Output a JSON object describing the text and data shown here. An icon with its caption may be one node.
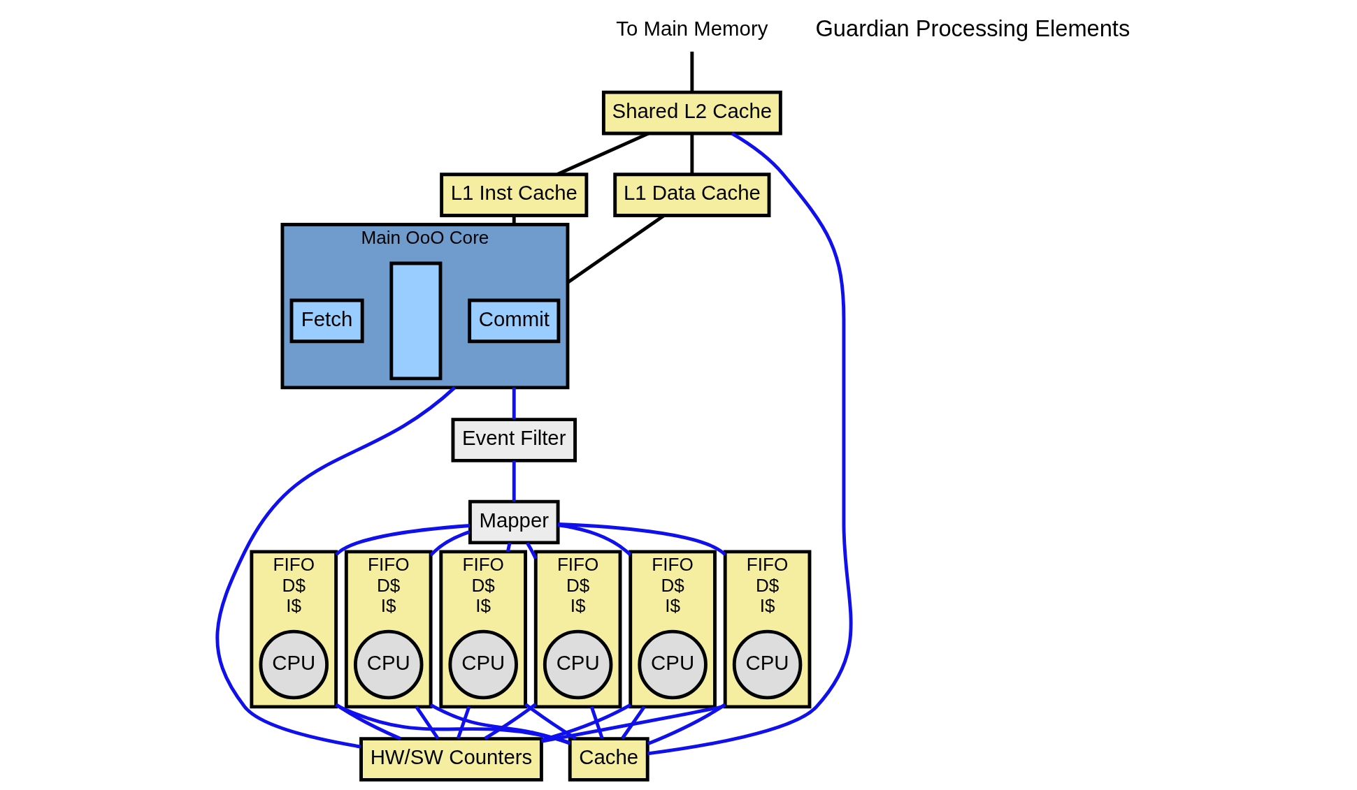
{
  "diagram": {
    "nodes": [
      {
        "text": [
          "To Main Memory"
        ]
      },
      {
        "text": [
          "Shared L2 Cache"
        ]
      },
      {
        "text": [
          "L1 Inst Cache"
        ]
      },
      {
        "text": [
          "L1 Data Cache"
        ]
      },
      {
        "text": [
          "Main OoO Core"
        ]
      },
      {
        "text": [
          "Fetch"
        ],
        "in": 4
      },
      {
        "text": [],
        "shape": "box",
        "in": 4
      },
      {
        "text": [
          "Commit"
        ],
        "in": 4
      },
      {
        "text": [
          "Event Filter"
        ]
      },
      {
        "text": [
          "Mapper"
        ]
      },
      {
        "text": [
          "HW/SW Counters"
        ]
      },
      {
        "text": [
          "Cache"
        ]
      },
      {
        "text": [
          "FIFO",
          "D$",
          "I$"
        ]
      },
      {
        "text": [
          "CPU"
        ],
        "in": 12
      },
      {
        "text": [
          "FIFO",
          "D$",
          "I$"
        ]
      },
      {
        "text": [
          "CPU"
        ],
        "in": 14
      },
      {
        "text": [
          "FIFO",
          "D$",
          "I$"
        ]
      },
      {
        "text": [
          "CPU"
        ],
        "in": 16
      },
      {
        "text": [
          "FIFO",
          "D$",
          "I$"
        ]
      },
      {
        "text": [
          "CPU"
        ],
        "in": 18
      },
      {
        "text": [
          "FIFO",
          "D$",
          "I$"
        ]
      },
      {
        "text": [
          "CPU"
        ],
        "in": 20
      },
      {
        "text": [
          "FIFO",
          "D$",
          "I$"
        ]
      },
      {
        "text": [
          "CPU"
        ],
        "in": 22
      }
    ],
    "edges": [
      {
        "from": 0,
        "to": 1,
        "arrow": "none",
        "color": "#000000"
      },
      {
        "from": 1,
        "to": 2,
        "arrow": "none",
        "color": "#000000"
      },
      {
        "from": 1,
        "to": 3,
        "arrow": "none",
        "color": "#000000"
      },
      {
        "from": 2,
        "to": 4,
        "arrow": "none",
        "color": "#000000"
      },
      {
        "from": 3,
        "to": 4,
        "arrow": "none",
        "color": "#000000"
      },
      {
        "from": 1,
        "to": 11,
        "arrow": "none"
      },
      {
        "from": 4,
        "to": 8,
        "arrow": "none"
      },
      {
        "from": 4,
        "to": 10,
        "arrow": "none"
      },
      {
        "from": 8,
        "to": 9,
        "arrow": "none"
      },
      {
        "from": 9,
        "to": 12,
        "arrow": "none"
      },
      {
        "from": 9,
        "to": 14,
        "arrow": "none"
      },
      {
        "from": 9,
        "to": 16,
        "arrow": "none"
      },
      {
        "from": 9,
        "to": 18,
        "arrow": "none"
      },
      {
        "from": 9,
        "to": 20,
        "arrow": "none"
      },
      {
        "from": 9,
        "to": 22,
        "arrow": "none"
      },
      {
        "from": 12,
        "to": 10,
        "arrow": "none"
      },
      {
        "from": 14,
        "to": 10,
        "arrow": "none"
      },
      {
        "from": 16,
        "to": 10,
        "arrow": "none"
      },
      {
        "from": 18,
        "to": 10,
        "arrow": "none"
      },
      {
        "from": 20,
        "to": 10,
        "arrow": "none"
      },
      {
        "from": 22,
        "to": 10,
        "arrow": "none"
      },
      {
        "from": 12,
        "to": 11,
        "arrow": "none"
      },
      {
        "from": 14,
        "to": 11,
        "arrow": "none"
      },
      {
        "from": 16,
        "to": 11,
        "arrow": "none"
      },
      {
        "from": 18,
        "to": 11,
        "arrow": "none"
      },
      {
        "from": 20,
        "to": 11,
        "arrow": "none"
      },
      {
        "from": 22,
        "to": 11,
        "arrow": "none"
      }
    ],
    "labels": [
      "Guardian Processing Elements"
    ]
  }
}
